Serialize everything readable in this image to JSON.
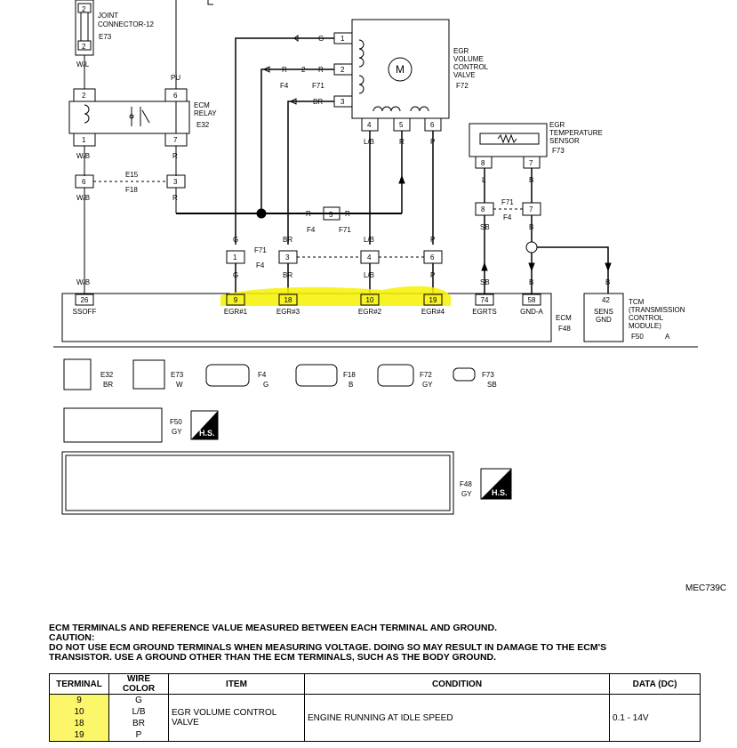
{
  "diagram": {
    "joint_connector": {
      "label_line1": "JOINT",
      "label_line2": "CONNECTOR-12",
      "ref": "E73",
      "pin_top": "2",
      "pin_bottom": "2"
    },
    "ecm_relay": {
      "label_line1": "ECM",
      "label_line2": "RELAY",
      "ref": "E32",
      "pins_top": [
        "2",
        "6"
      ],
      "pins_bottom": [
        "1",
        "7"
      ]
    },
    "egr_valve": {
      "label": [
        "EGR",
        "VOLUME",
        "CONTROL",
        "VALVE"
      ],
      "ref": "F72",
      "motor": "M",
      "pins_left": [
        "1",
        "2",
        "3"
      ],
      "pins_bottom": [
        "4",
        "5",
        "6"
      ]
    },
    "egr_temp_sensor": {
      "label": [
        "EGR",
        "TEMPERATURE",
        "SENSOR"
      ],
      "ref": "F73",
      "pins": [
        "8",
        "7"
      ]
    },
    "wire_colors": {
      "wl": "W/L",
      "pu": "PU",
      "wb": "W/B",
      "r": "R",
      "g": "G",
      "br": "BR",
      "lb": "L/B",
      "p": "P",
      "l": "L",
      "sb": "SB",
      "b": "B"
    },
    "inline_conn": {
      "e15": "E15",
      "f18": "F18",
      "f4": "F4",
      "f71": "F71",
      "pin6": "6",
      "pin3": "3",
      "pin2": "2",
      "pin5": "5",
      "pin1": "1",
      "pin4": "4",
      "pin8": "8",
      "pin7": "7"
    },
    "ecm_terminals": [
      {
        "num": "26",
        "name": "SSOFF",
        "hl": false
      },
      {
        "num": "9",
        "name": "EGR#1",
        "hl": true
      },
      {
        "num": "18",
        "name": "EGR#3",
        "hl": true
      },
      {
        "num": "10",
        "name": "EGR#2",
        "hl": true
      },
      {
        "num": "19",
        "name": "EGR#4",
        "hl": true
      },
      {
        "num": "74",
        "name": "EGRTS",
        "hl": false
      },
      {
        "num": "58",
        "name": "GND-A",
        "hl": false
      }
    ],
    "ecm_label": "ECM",
    "ecm_ref": "F48",
    "tcm": {
      "terminal": "42",
      "name_line1": "SENS",
      "name_line2": "GND",
      "label": [
        "TCM",
        "(TRANSMISSION",
        "CONTROL",
        "MODULE)"
      ],
      "ref": "F50",
      "circle_a": "A"
    },
    "connectors": {
      "e32": {
        "ref": "E32",
        "color": "BR"
      },
      "e73": {
        "ref": "E73",
        "color": "W"
      },
      "f4": {
        "ref": "F4",
        "color": "G"
      },
      "f18": {
        "ref": "F18",
        "color": "B"
      },
      "f72": {
        "ref": "F72",
        "color": "GY"
      },
      "f73": {
        "ref": "F73",
        "color": "SB"
      },
      "f50": {
        "ref": "F50",
        "color": "GY",
        "hs": "H.S."
      },
      "f48": {
        "ref": "F48",
        "color": "GY",
        "hs": "H.S."
      }
    }
  },
  "diagram_code": "MEC739C",
  "notes": {
    "line1": "ECM TERMINALS AND REFERENCE VALUE MEASURED BETWEEN EACH TERMINAL AND GROUND.",
    "line2": "CAUTION:",
    "line3": "DO NOT USE ECM GROUND TERMINALS WHEN MEASURING VOLTAGE. DOING SO MAY RESULT IN DAMAGE TO THE ECM'S",
    "line4": "TRANSISTOR. USE A GROUND OTHER THAN THE ECM TERMINALS, SUCH AS THE BODY GROUND."
  },
  "table": {
    "headers": {
      "terminal": "TERMINAL",
      "wire_color": "WIRE COLOR",
      "item": "ITEM",
      "condition": "CONDITION",
      "data": "DATA (DC)"
    },
    "terminals": [
      "9",
      "10",
      "18",
      "19"
    ],
    "wire_colors": [
      "G",
      "L/B",
      "BR",
      "P"
    ],
    "item": "EGR VOLUME CONTROL VALVE",
    "condition": "ENGINE RUNNING AT IDLE SPEED",
    "data": "0.1 - 14V"
  }
}
